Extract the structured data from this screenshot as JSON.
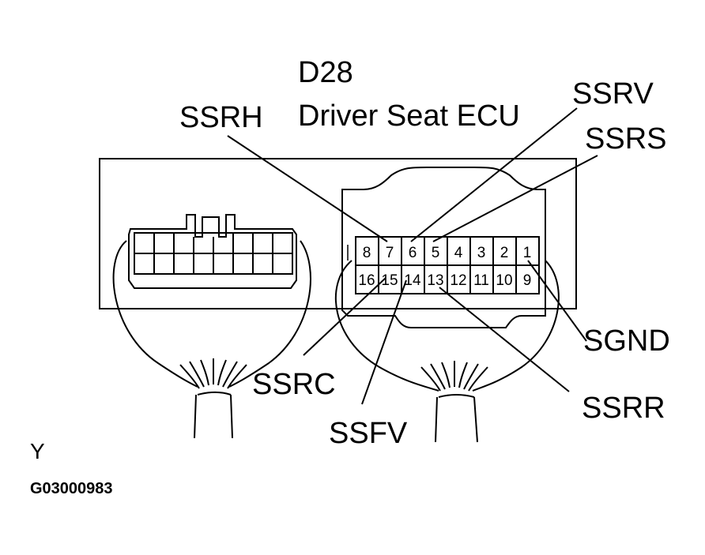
{
  "connector": {
    "code": "D28",
    "name": "Driver Seat ECU",
    "color_code": "Y",
    "figure_id": "G03000983"
  },
  "pins_top": [
    "8",
    "7",
    "6",
    "5",
    "4",
    "3",
    "2",
    "1"
  ],
  "pins_bottom": [
    "16",
    "15",
    "14",
    "13",
    "12",
    "11",
    "10",
    "9"
  ],
  "signals": {
    "ssrh": "SSRH",
    "ssrv": "SSRV",
    "ssrs": "SSRS",
    "sgnd": "SGND",
    "ssrc": "SSRC",
    "ssfv": "SSFV",
    "ssrr": "SSRR"
  }
}
